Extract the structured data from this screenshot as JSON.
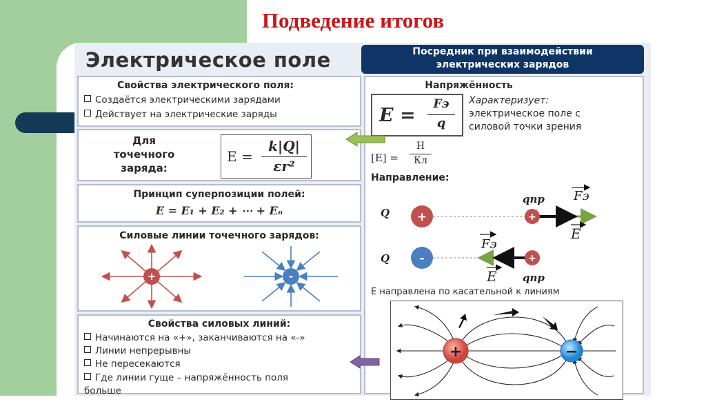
{
  "slide": {
    "title": "Подведение итогов"
  },
  "poster": {
    "main_title": "Электрическое поле",
    "header": {
      "line1": "Посредник при взаимодействии",
      "line2": "электрических зарядов"
    },
    "properties": {
      "title": "Свойства электрического поля:",
      "items": [
        "Создаётся электрическими зарядами",
        "Действует на электрические заряды"
      ]
    },
    "point_charge": {
      "label_line1": "Для",
      "label_line2": "точечного",
      "label_line3": "заряда:",
      "formula_lhs": "E =",
      "formula_num": "k|Q|",
      "formula_den": "εr²"
    },
    "superposition": {
      "title": "Принцип суперпозиции полей:",
      "formula": "E = E₁ + E₂ + ⋯ + Eₙ"
    },
    "field_lines": {
      "title": "Силовые линии точечного зарядов:",
      "positive_sign": "+",
      "negative_sign": "-"
    },
    "line_properties": {
      "title": "Свойства силовых линий:",
      "items": [
        "Начинаются на «+», заканчиваются на «-»",
        "Линии непрерывны",
        "Не пересекаются",
        "Где линии гуще – напряжённость поля больше"
      ]
    },
    "intensity": {
      "title": "Напряжённость",
      "formula_lhs": "E =",
      "formula_num": "Fэ",
      "formula_den": "q",
      "description_line1": "Характеризует:",
      "description_line2": "электрическое поле с",
      "description_line3": "силовой точки зрения",
      "unit_lhs": "[E] =",
      "unit_num": "Н",
      "unit_den": "Кл"
    },
    "direction": {
      "title": "Направление:",
      "q_label": "Q",
      "q_test_label": "qпр",
      "force_label": "Fэ",
      "field_label": "E",
      "plus": "+",
      "minus": "-",
      "tangent_note": "E направлена по касательной к линиям"
    },
    "dipole": {
      "plus": "+",
      "minus": "−"
    }
  }
}
